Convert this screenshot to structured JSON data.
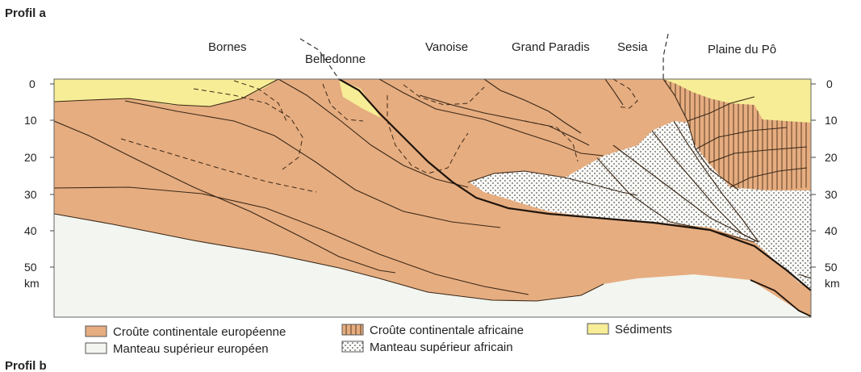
{
  "titles": {
    "profile_a": "Profil a",
    "profile_b": "Profil b"
  },
  "places": [
    "Bornes",
    "Belledonne",
    "Vanoise",
    "Grand Paradis",
    "Sesia",
    "Plaine du Pô"
  ],
  "axis": {
    "left_ticks": [
      "0",
      "10",
      "20",
      "30",
      "40",
      "50"
    ],
    "right_ticks": [
      "0",
      "10",
      "20",
      "30",
      "40",
      "50"
    ],
    "unit": "km"
  },
  "legend": [
    {
      "label": "Croûte continentale européenne",
      "swatch": "european-crust",
      "color": "#e6ad80"
    },
    {
      "label": "Croûte continentale africaine",
      "swatch": "african-crust",
      "color": "#e6ad80"
    },
    {
      "label": "Sédiments",
      "swatch": "sediments",
      "color": "#f7ed96"
    },
    {
      "label": "Manteau supérieur européen",
      "swatch": "european-mantle",
      "color": "#f2f5f0"
    },
    {
      "label": "Manteau supérieur africain",
      "swatch": "african-mantle",
      "color": "#fbfbf8"
    }
  ]
}
